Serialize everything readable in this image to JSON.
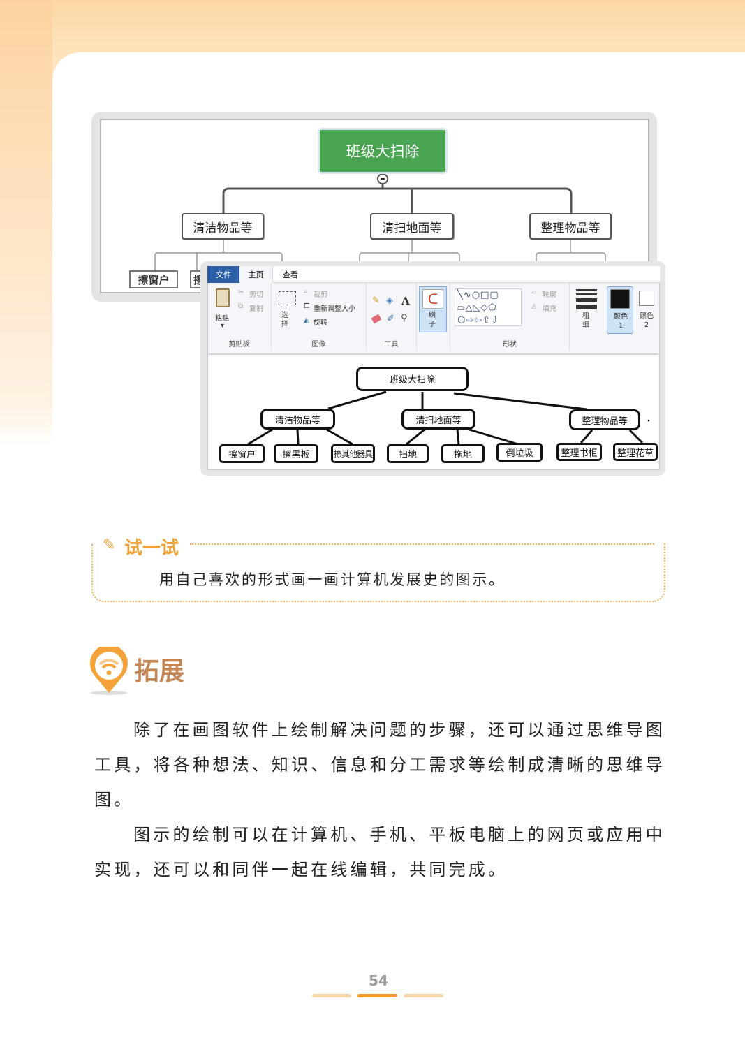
{
  "mindmap_app": {
    "root": "班级大扫除",
    "children": [
      "清洁物品等",
      "清扫地面等",
      "整理物品等"
    ],
    "grandchildren_visible": [
      "擦窗户",
      "擦"
    ]
  },
  "paint": {
    "tabs": [
      "文件",
      "主页",
      "查看"
    ],
    "clipboard": {
      "paste": "粘贴",
      "cut": "剪切",
      "copy": "复制",
      "label": "剪贴板"
    },
    "image": {
      "select": "选择",
      "crop": "裁剪",
      "resize": "重新调整大小",
      "rotate": "旋转",
      "label": "图像"
    },
    "tools": {
      "label": "工具"
    },
    "brush": "刷子",
    "shapes": {
      "outline": "轮廓",
      "fill": "填充",
      "label": "形状"
    },
    "size": "粗细",
    "color1": "颜色 1",
    "color2": "颜色 2",
    "canvas": {
      "root": "班级大扫除",
      "children": [
        "清洁物品等",
        "清扫地面等",
        "整理物品等"
      ],
      "grandchildren": [
        "擦窗户",
        "擦黑板",
        "擦其他器具",
        "扫地",
        "拖地",
        "倒垃圾",
        "整理书柜",
        "整理花草"
      ]
    }
  },
  "try": {
    "title": "试一试",
    "text": "用自己喜欢的形式画一画计算机发展史的图示。"
  },
  "extension": {
    "title": "拓展",
    "paragraphs": [
      "除了在画图软件上绘制解决问题的步骤，还可以通过思维导图工具，将各种想法、知识、信息和分工需求等绘制成清晰的思维导图。",
      "图示的绘制可以在计算机、手机、平板电脑上的网页或应用中实现，还可以和同伴一起在线编辑，共同完成。"
    ]
  },
  "page_number": "54",
  "colors": {
    "accent": "#f0a23a",
    "brand_brown": "#c58656",
    "mindmap_green": "#4aa553",
    "paint_file_tab": "#2b5fa8"
  }
}
